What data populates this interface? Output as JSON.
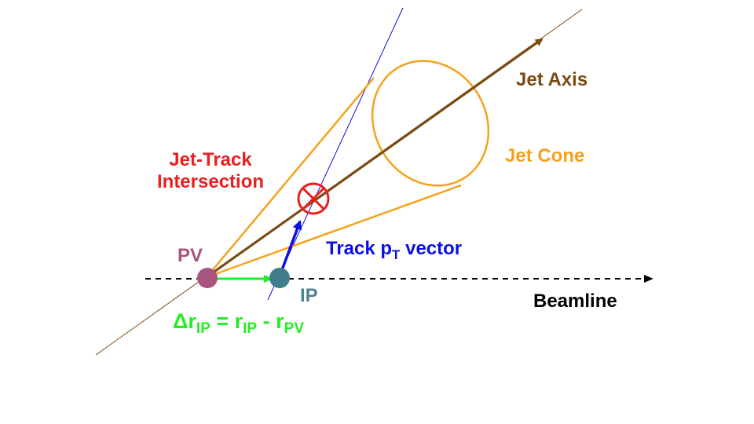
{
  "labels": {
    "jet_axis": "Jet Axis",
    "jet_cone": "Jet Cone",
    "jet_track_line1": "Jet-Track",
    "jet_track_line2": "Intersection",
    "pv": "PV",
    "ip": "IP",
    "track_pt_main": "Track p",
    "track_pt_sub": "T",
    "track_pt_rest": " vector",
    "beamline": "Beamline",
    "delta_symbol": "Δ",
    "r1": "r",
    "r1_sub": "IP",
    "eq": " = ",
    "r2": "r",
    "r2_sub": "IP",
    "minus": " - ",
    "r3": "r",
    "r3_sub": "PV"
  },
  "colors": {
    "jet_axis": "#7a4a12",
    "jet_cone": "#f5a21b",
    "intersection": "#e8201e",
    "pv": "#a8557e",
    "ip": "#3f7d8a",
    "ip_label": "#4c8390",
    "track": "#0a10e0",
    "displacement": "#22ee22",
    "beamline": "#000000"
  }
}
